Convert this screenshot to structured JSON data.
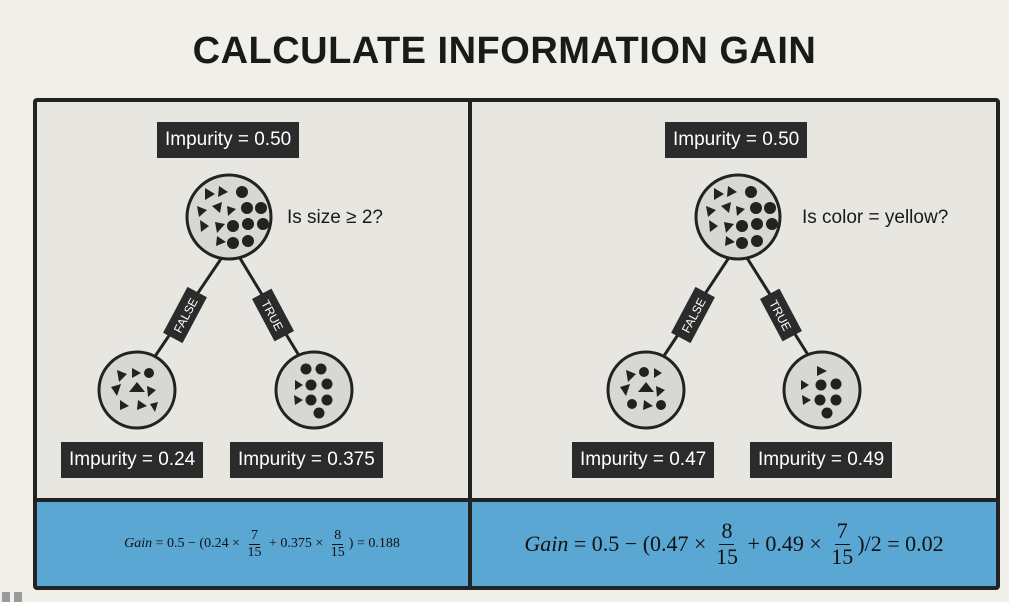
{
  "title": "CALCULATE INFORMATION GAIN",
  "left": {
    "root_impurity": "Impurity = 0.50",
    "question": "Is size ≥ 2?",
    "branch_false": "FALSE",
    "branch_true": "TRUE",
    "left_impurity": "Impurity = 0.24",
    "right_impurity": "Impurity = 0.375",
    "formula": {
      "lhs": "Gain",
      "p1": " = 0.5 − (0.24 × ",
      "f1_num": "7",
      "f1_den": "15",
      "p2": " + 0.375 × ",
      "f2_num": "8",
      "f2_den": "15",
      "p3": ") = 0.188"
    }
  },
  "right": {
    "root_impurity": "Impurity = 0.50",
    "question": "Is color = yellow?",
    "branch_false": "FALSE",
    "branch_true": "TRUE",
    "left_impurity": "Impurity = 0.47",
    "right_impurity": "Impurity = 0.49",
    "formula": {
      "lhs": "Gain",
      "p1": " = 0.5 − (0.47 × ",
      "f1_num": "8",
      "f1_den": "15",
      "p2": " + 0.49 × ",
      "f2_num": "7",
      "f2_den": "15",
      "p3": ")/2 = 0.02"
    }
  },
  "colors": {
    "background": "#f1efe9",
    "panel": "#e8e6e1",
    "label_bg": "#2b2b2b",
    "formula_bg": "#5aa7d4",
    "node_fill": "#d9d7d2",
    "ink": "#222222"
  }
}
